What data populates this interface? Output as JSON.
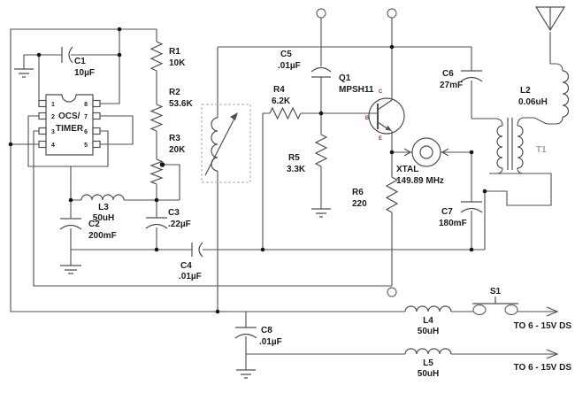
{
  "components": {
    "c1": {
      "ref": "C1",
      "value": "10µF"
    },
    "c2": {
      "ref": "C2",
      "value": "200mF"
    },
    "c3": {
      "ref": "C3",
      "value": ".22µF"
    },
    "c4": {
      "ref": "C4",
      "value": ".01µF"
    },
    "c5": {
      "ref": "C5",
      "value": ".01µF"
    },
    "c6": {
      "ref": "C6",
      "value": "27mF"
    },
    "c7": {
      "ref": "C7",
      "value": "180mF"
    },
    "c8": {
      "ref": "C8",
      "value": ".01µF"
    },
    "r1": {
      "ref": "R1",
      "value": "10K"
    },
    "r2": {
      "ref": "R2",
      "value": "53.6K"
    },
    "r3": {
      "ref": "R3",
      "value": "20K"
    },
    "r4": {
      "ref": "R4",
      "value": "6.2K"
    },
    "r5": {
      "ref": "R5",
      "value": "3.3K"
    },
    "r6": {
      "ref": "R6",
      "value": "220"
    },
    "l2": {
      "ref": "L2",
      "value": "0.06uH"
    },
    "l3": {
      "ref": "L3",
      "value": "50uH"
    },
    "l4": {
      "ref": "L4",
      "value": "50uH"
    },
    "l5": {
      "ref": "L5",
      "value": "50uH"
    },
    "q1": {
      "ref": "Q1",
      "value": "MPSH11",
      "pin_c": "C",
      "pin_b": "B",
      "pin_e": "E"
    },
    "xtal": {
      "ref": "XTAL",
      "value": "149.89 MHz"
    },
    "t1": {
      "ref": "T1"
    },
    "s1": {
      "ref": "S1"
    },
    "ic": {
      "label_line1": "OCS/",
      "label_line2": "TIMER",
      "pins": {
        "p1": "1",
        "p2": "2",
        "p3": "3",
        "p4": "4",
        "p5": "5",
        "p6": "6",
        "p7": "7",
        "p8": "8"
      }
    }
  },
  "annotations": {
    "output_top": "TO 6 - 15V DS",
    "output_bottom": "TO 6 - 15V DS"
  }
}
